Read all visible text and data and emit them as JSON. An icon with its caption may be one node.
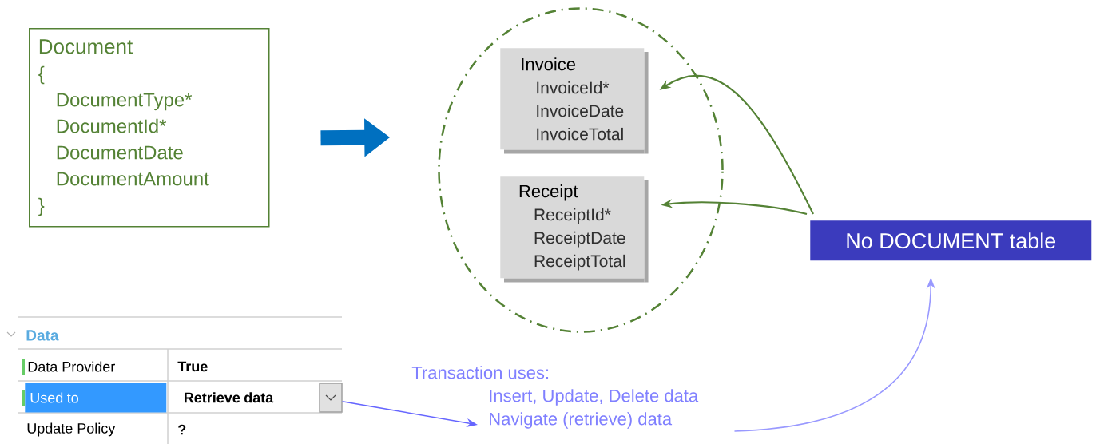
{
  "diagram": {
    "nodes": [
      {
        "text": [
          "Document",
          "{",
          "DocumentType*",
          "DocumentId*",
          "DocumentDate",
          "DocumentAmount",
          "}"
        ]
      },
      {
        "text": [],
        "shape": "circle"
      },
      {
        "text": [
          "Invoice",
          "InvoiceId*",
          "InvoiceDate",
          "InvoiceTotal"
        ],
        "in": 1
      },
      {
        "text": [
          "Receipt",
          "ReceiptId*",
          "ReceiptDate",
          "ReceiptTotal"
        ],
        "in": 1
      },
      {
        "text": [
          "No DOCUMENT table"
        ]
      },
      {
        "text": [
          "Retrieve data"
        ]
      },
      {
        "text": [
          "Transaction uses:",
          "Insert, Update, Delete data",
          "Navigate (retrieve) data"
        ]
      }
    ],
    "edges": [
      {
        "from": 0,
        "to": 1,
        "arrow": "to",
        "style": "thick",
        "color": "#0070c0"
      },
      {
        "from": 4,
        "to": 2,
        "arrow": "to",
        "color": "#548235"
      },
      {
        "from": 4,
        "to": 3,
        "arrow": "to",
        "color": "#548235"
      },
      {
        "from": 5,
        "to": 6,
        "arrow": "to",
        "color": "#6666ff"
      },
      {
        "from": 6,
        "to": 4,
        "arrow": "to",
        "color": "#9999ff"
      }
    ],
    "labels": [
      "Data",
      "Data Provider",
      "True",
      "Used to",
      "Update Policy",
      "?"
    ]
  }
}
